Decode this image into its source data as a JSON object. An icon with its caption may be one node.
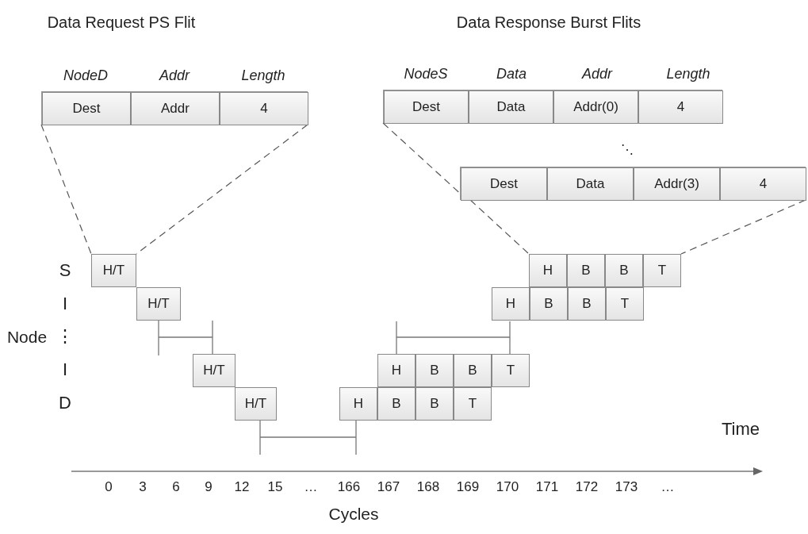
{
  "diagram": {
    "nodes": [
      {
        "text": [],
        "shape": "box"
      },
      {
        "text": [
          "Dest"
        ],
        "in": 0
      },
      {
        "text": [
          "Addr"
        ],
        "in": 0
      },
      {
        "text": [
          "4"
        ],
        "in": 0
      },
      {
        "text": [],
        "shape": "box"
      },
      {
        "text": [
          "Dest"
        ],
        "in": 4
      },
      {
        "text": [
          "Data"
        ],
        "in": 4
      },
      {
        "text": [
          "Addr(0)"
        ],
        "in": 4
      },
      {
        "text": [
          "4"
        ],
        "in": 4
      },
      {
        "text": [],
        "shape": "box"
      },
      {
        "text": [
          "Dest"
        ],
        "in": 9
      },
      {
        "text": [
          "Data"
        ],
        "in": 9
      },
      {
        "text": [
          "Addr(3)"
        ],
        "in": 9
      },
      {
        "text": [
          "4"
        ],
        "in": 9
      },
      {
        "text": [
          "H/T"
        ]
      },
      {
        "text": [
          "H"
        ]
      },
      {
        "text": [
          "B"
        ]
      },
      {
        "text": [
          "B"
        ]
      },
      {
        "text": [
          "T"
        ]
      },
      {
        "text": [
          "H/T"
        ]
      },
      {
        "text": [
          "H"
        ]
      },
      {
        "text": [
          "B"
        ]
      },
      {
        "text": [
          "B"
        ]
      },
      {
        "text": [
          "T"
        ]
      },
      {
        "text": [
          "H/T"
        ]
      },
      {
        "text": [
          "H"
        ]
      },
      {
        "text": [
          "B"
        ]
      },
      {
        "text": [
          "B"
        ]
      },
      {
        "text": [
          "T"
        ]
      },
      {
        "text": [
          "H/T"
        ]
      },
      {
        "text": [
          "H"
        ]
      },
      {
        "text": [
          "B"
        ]
      },
      {
        "text": [
          "B"
        ]
      },
      {
        "text": [
          "T"
        ]
      }
    ],
    "edges": [
      {
        "from": 0,
        "to": 14,
        "arrow": "none",
        "style": "dashed"
      },
      {
        "from": 0,
        "to": 14,
        "arrow": "none",
        "style": "dashed"
      },
      {
        "from": 4,
        "to": 9,
        "arrow": "none",
        "style": "dashed"
      },
      {
        "from": 9,
        "to": 15,
        "arrow": "none",
        "style": "dashed"
      },
      {
        "from": 9,
        "to": 18,
        "arrow": "none",
        "style": "dashed"
      }
    ],
    "labels": [
      "Data Request PS Flit",
      "Data Response Burst Flits",
      "NodeD",
      "Addr",
      "Length",
      "NodeS",
      "Data",
      "Addr",
      "Length",
      "⋱",
      "S",
      "I",
      "Node",
      "⋮",
      "I",
      "D",
      "Time",
      "0",
      "3",
      "6",
      "9",
      "12",
      "15",
      "…",
      "166",
      "167",
      "168",
      "169",
      "170",
      "171",
      "172",
      "173",
      "…",
      "Cycles"
    ]
  }
}
